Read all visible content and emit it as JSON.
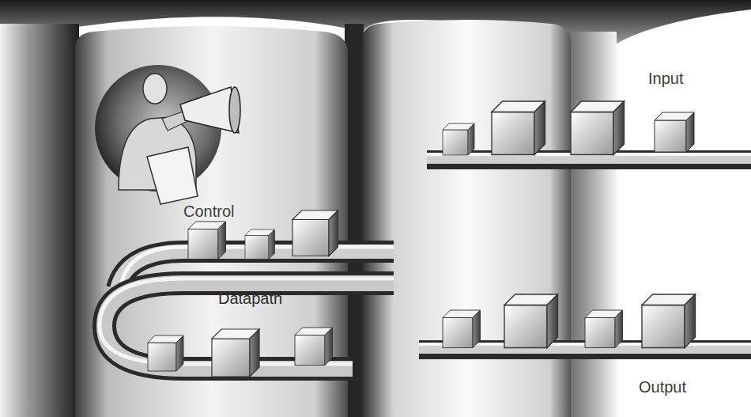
{
  "diagram": {
    "labels": [
      "Control",
      "Datapath",
      "Input",
      "Output"
    ]
  }
}
